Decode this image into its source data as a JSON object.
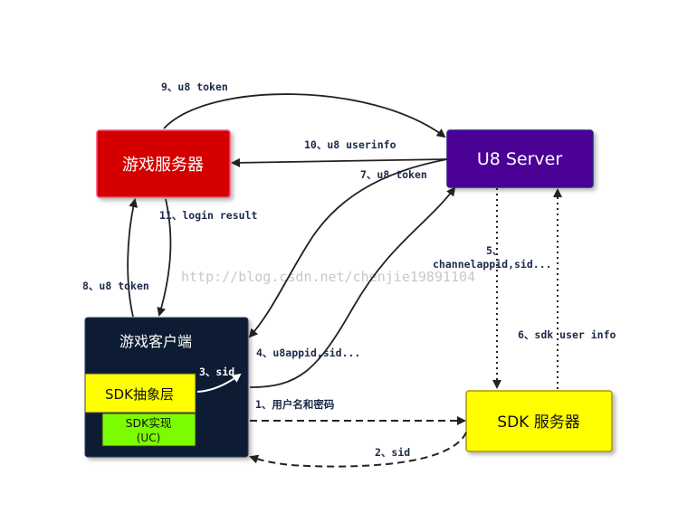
{
  "nodes": {
    "game_server": "游戏服务器",
    "u8_server": "U8 Server",
    "game_client": "游戏客户端",
    "sdk_layer": "SDK抽象层",
    "sdk_impl_line1": "SDK实现",
    "sdk_impl_line2": "(UC)",
    "sdk_server": "SDK 服务器"
  },
  "edges": {
    "e1": "1、用户名和密码",
    "e2": "2、sid",
    "e3": "3、sid",
    "e4": "4、u8appid,sid...",
    "e5_line1": "5、",
    "e5_line2": "channelappid,sid...",
    "e6": "6、sdk user info",
    "e7": "7、u8 token",
    "e8": "8、u8 token",
    "e9": "9、u8 token",
    "e10": "10、u8 userinfo",
    "e11": "11、login result"
  },
  "watermark": "http://blog.csdn.net/chenjie19891104",
  "colors": {
    "game_server_fill": "#d40000",
    "u8_server_fill": "#4b0096",
    "game_client_fill": "#0f1b30",
    "sdk_layer_fill": "#ffff00",
    "sdk_impl_fill": "#7cfc00",
    "sdk_server_fill": "#ffff00"
  }
}
